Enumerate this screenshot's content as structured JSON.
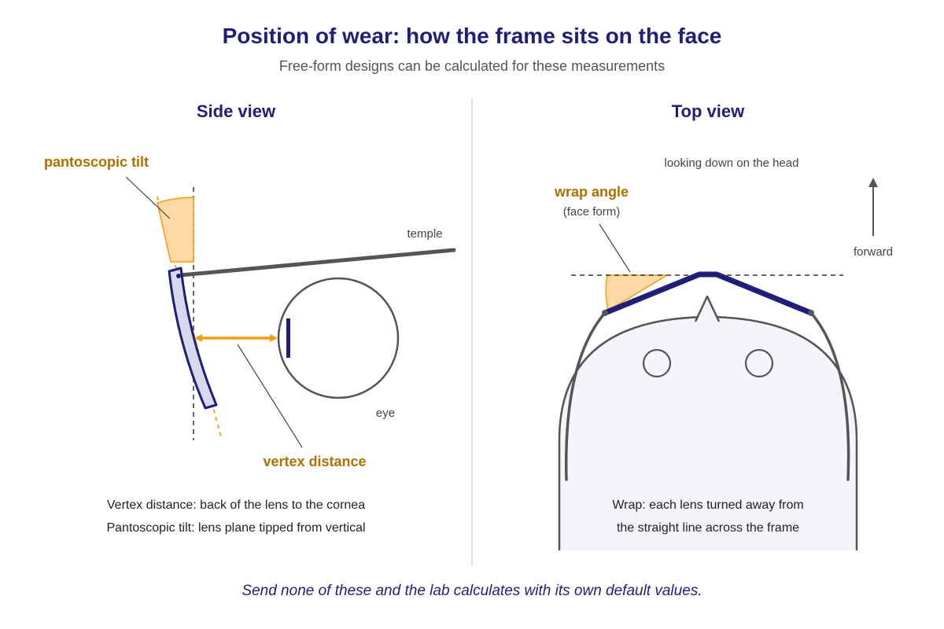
{
  "title": "Position of wear: how the frame sits on the face",
  "subtitle": "Free-form designs can be calculated for these measurements",
  "side_view": {
    "title": "Side view",
    "label_tilt": "pantoscopic tilt",
    "label_temple": "temple",
    "label_eye": "eye",
    "label_vertex": "vertex distance",
    "note_line1": "Vertex distance: back of the lens to the cornea",
    "note_line2": "Pantoscopic tilt: lens plane tipped from vertical"
  },
  "top_view": {
    "title": "Top view",
    "label_looking": "looking down on the head",
    "label_wrap": "wrap angle",
    "label_face_form": "(face form)",
    "label_forward": "forward",
    "note_line1": "Wrap: each lens turned away from",
    "note_line2": "the straight line across the frame"
  },
  "footer": "Send none of these and the lab calculates with its own default values.",
  "colors": {
    "navy": "#1f1f7a",
    "orange": "#f39c12",
    "orange_label": "#b06f00",
    "wedge_fill": "#fdd9a6",
    "lens_fill": "#d8d8ee",
    "head_fill": "#f4f4fa",
    "gray_line": "#555555"
  }
}
